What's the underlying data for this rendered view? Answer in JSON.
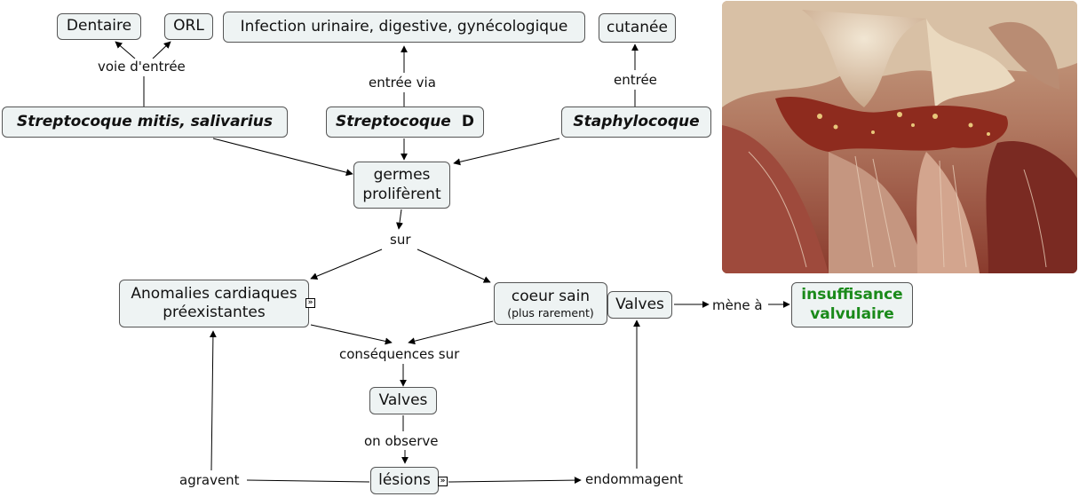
{
  "nodes": {
    "dentaire": "Dentaire",
    "orl": "ORL",
    "infection": "Infection urinaire, digestive, gynécologique",
    "cutanee": "cutanée",
    "strep_mitis": "Streptocoque mitis, salivarius",
    "strep_d_name": "Streptocoque",
    "strep_d_letter": "D",
    "staphylocoque": "Staphylocoque",
    "germes_line1": "germes",
    "germes_line2": "prolifèrent",
    "anomalies_line1": "Anomalies cardiaques",
    "anomalies_line2": "préexistantes",
    "coeur_line1": "coeur sain",
    "coeur_line2": "(plus rarement)",
    "valves_right": "Valves",
    "insuffisance_line1": "insuffisance",
    "insuffisance_line2": "valvulaire",
    "valves_center": "Valves",
    "lesions": "lésions"
  },
  "links": {
    "voie_entree": "voie d'entrée",
    "entree_via": "entrée via",
    "entree": "entrée",
    "sur": "sur",
    "consequences_sur": "conséquences sur",
    "mene_a": "mène à",
    "on_observe": "on observe",
    "agravent": "agravent",
    "endommagent": "endommagent"
  },
  "image": {
    "subject": "photo of heart valve with vegetations (endocarditis)"
  },
  "colors": {
    "node_fill": "#eef3f3",
    "highlight_text": "#1a8a1a"
  }
}
